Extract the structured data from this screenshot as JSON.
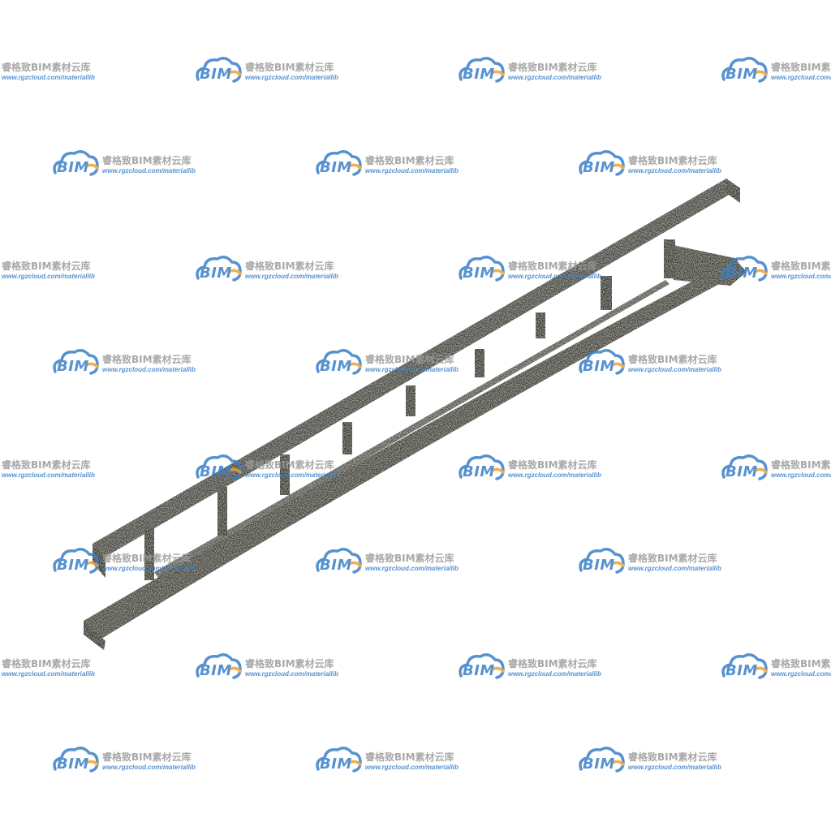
{
  "watermark": {
    "logo_text": "BIM",
    "title": "睿格致BIM素材云库",
    "url": "www.rgzcloud.com/materiallib",
    "icon": "cloud-logo-icon",
    "colors": {
      "cloud_blue": "#3a7fc8",
      "cloud_orange": "#f0a030",
      "title_gray": "#9a9a9a"
    }
  },
  "model": {
    "subject": "truss",
    "material_color": "#3a3a34",
    "background": "#ffffff"
  }
}
